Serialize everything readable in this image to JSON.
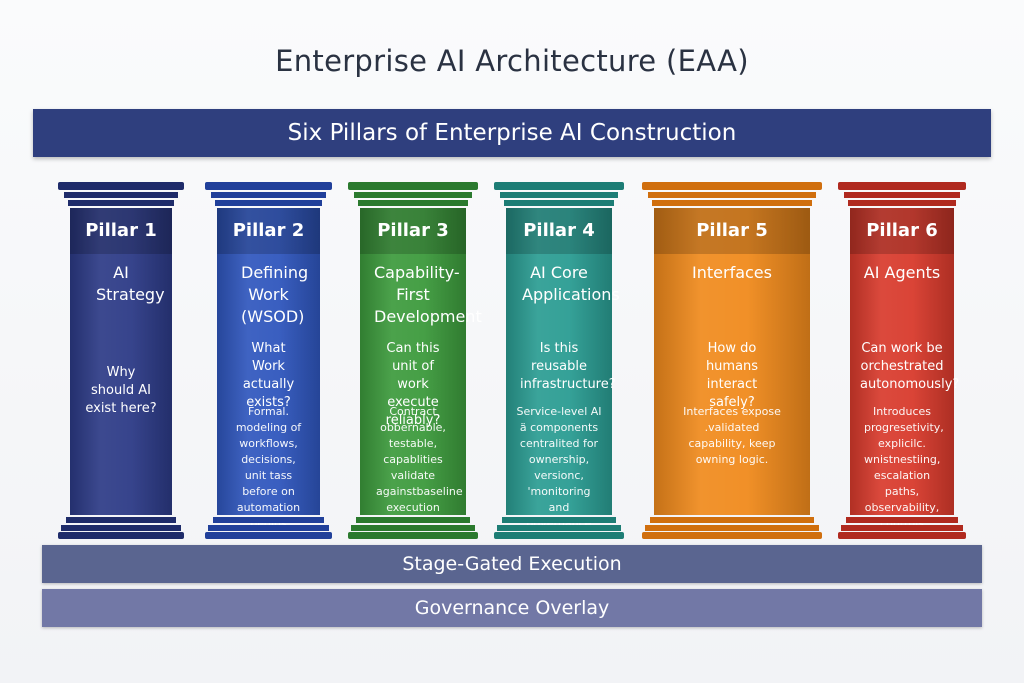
{
  "header": {
    "title": "Enterprise AI Architecture (EAA)",
    "banner": "Six Pillars of Enterprise AI Construction"
  },
  "pillars": [
    {
      "label": "Pillar 1",
      "title": "AI Strategy",
      "question": "Why should AI exist here?",
      "description": "",
      "color": "#2c3a86",
      "dark": "#1f2c6a"
    },
    {
      "label": "Pillar 2",
      "title": "Defining Work (WSOD)",
      "question": "What Work actually exists?",
      "description": "Formal. modeling of workflows, decisions, unit tass before on automation begins",
      "color": "#2f56bd",
      "dark": "#21409a"
    },
    {
      "label": "Pillar 3",
      "title": "Capability-First Development",
      "question": "Can this unit of work execute reliably?",
      "description": "Contract obbernable, testable, capablities validate againstbaseline execution",
      "color": "#3c9a3c",
      "dark": "#2b7a2e"
    },
    {
      "label": "Pillar 4",
      "title": "AI Core Applications",
      "question": "Is this reusable infrastructure?",
      "description": "Service-level AI ä components centralited for ownership, versionc, 'monitoring and governance",
      "color": "#2a9c92",
      "dark": "#1d7d75"
    },
    {
      "label": "Pillar 5",
      "title": "Interfaces",
      "question": "How do humans interact safely?",
      "description": "Interfaces expose .validated capability, keep owning logic.",
      "color": "#f08a1c",
      "dark": "#d06f0e"
    },
    {
      "label": "Pillar 6",
      "title": "AI Agents",
      "question": "Can work be orchestrated autonomously?",
      "description": "Introduces progresetivity, explicilc. wnistnestiing, escalation paths, observability, controls",
      "color": "#d83a2c",
      "dark": "#b02a1f"
    }
  ],
  "footer": {
    "stage": "Stage-Gated Execution",
    "governance": "Governance Overlay"
  }
}
